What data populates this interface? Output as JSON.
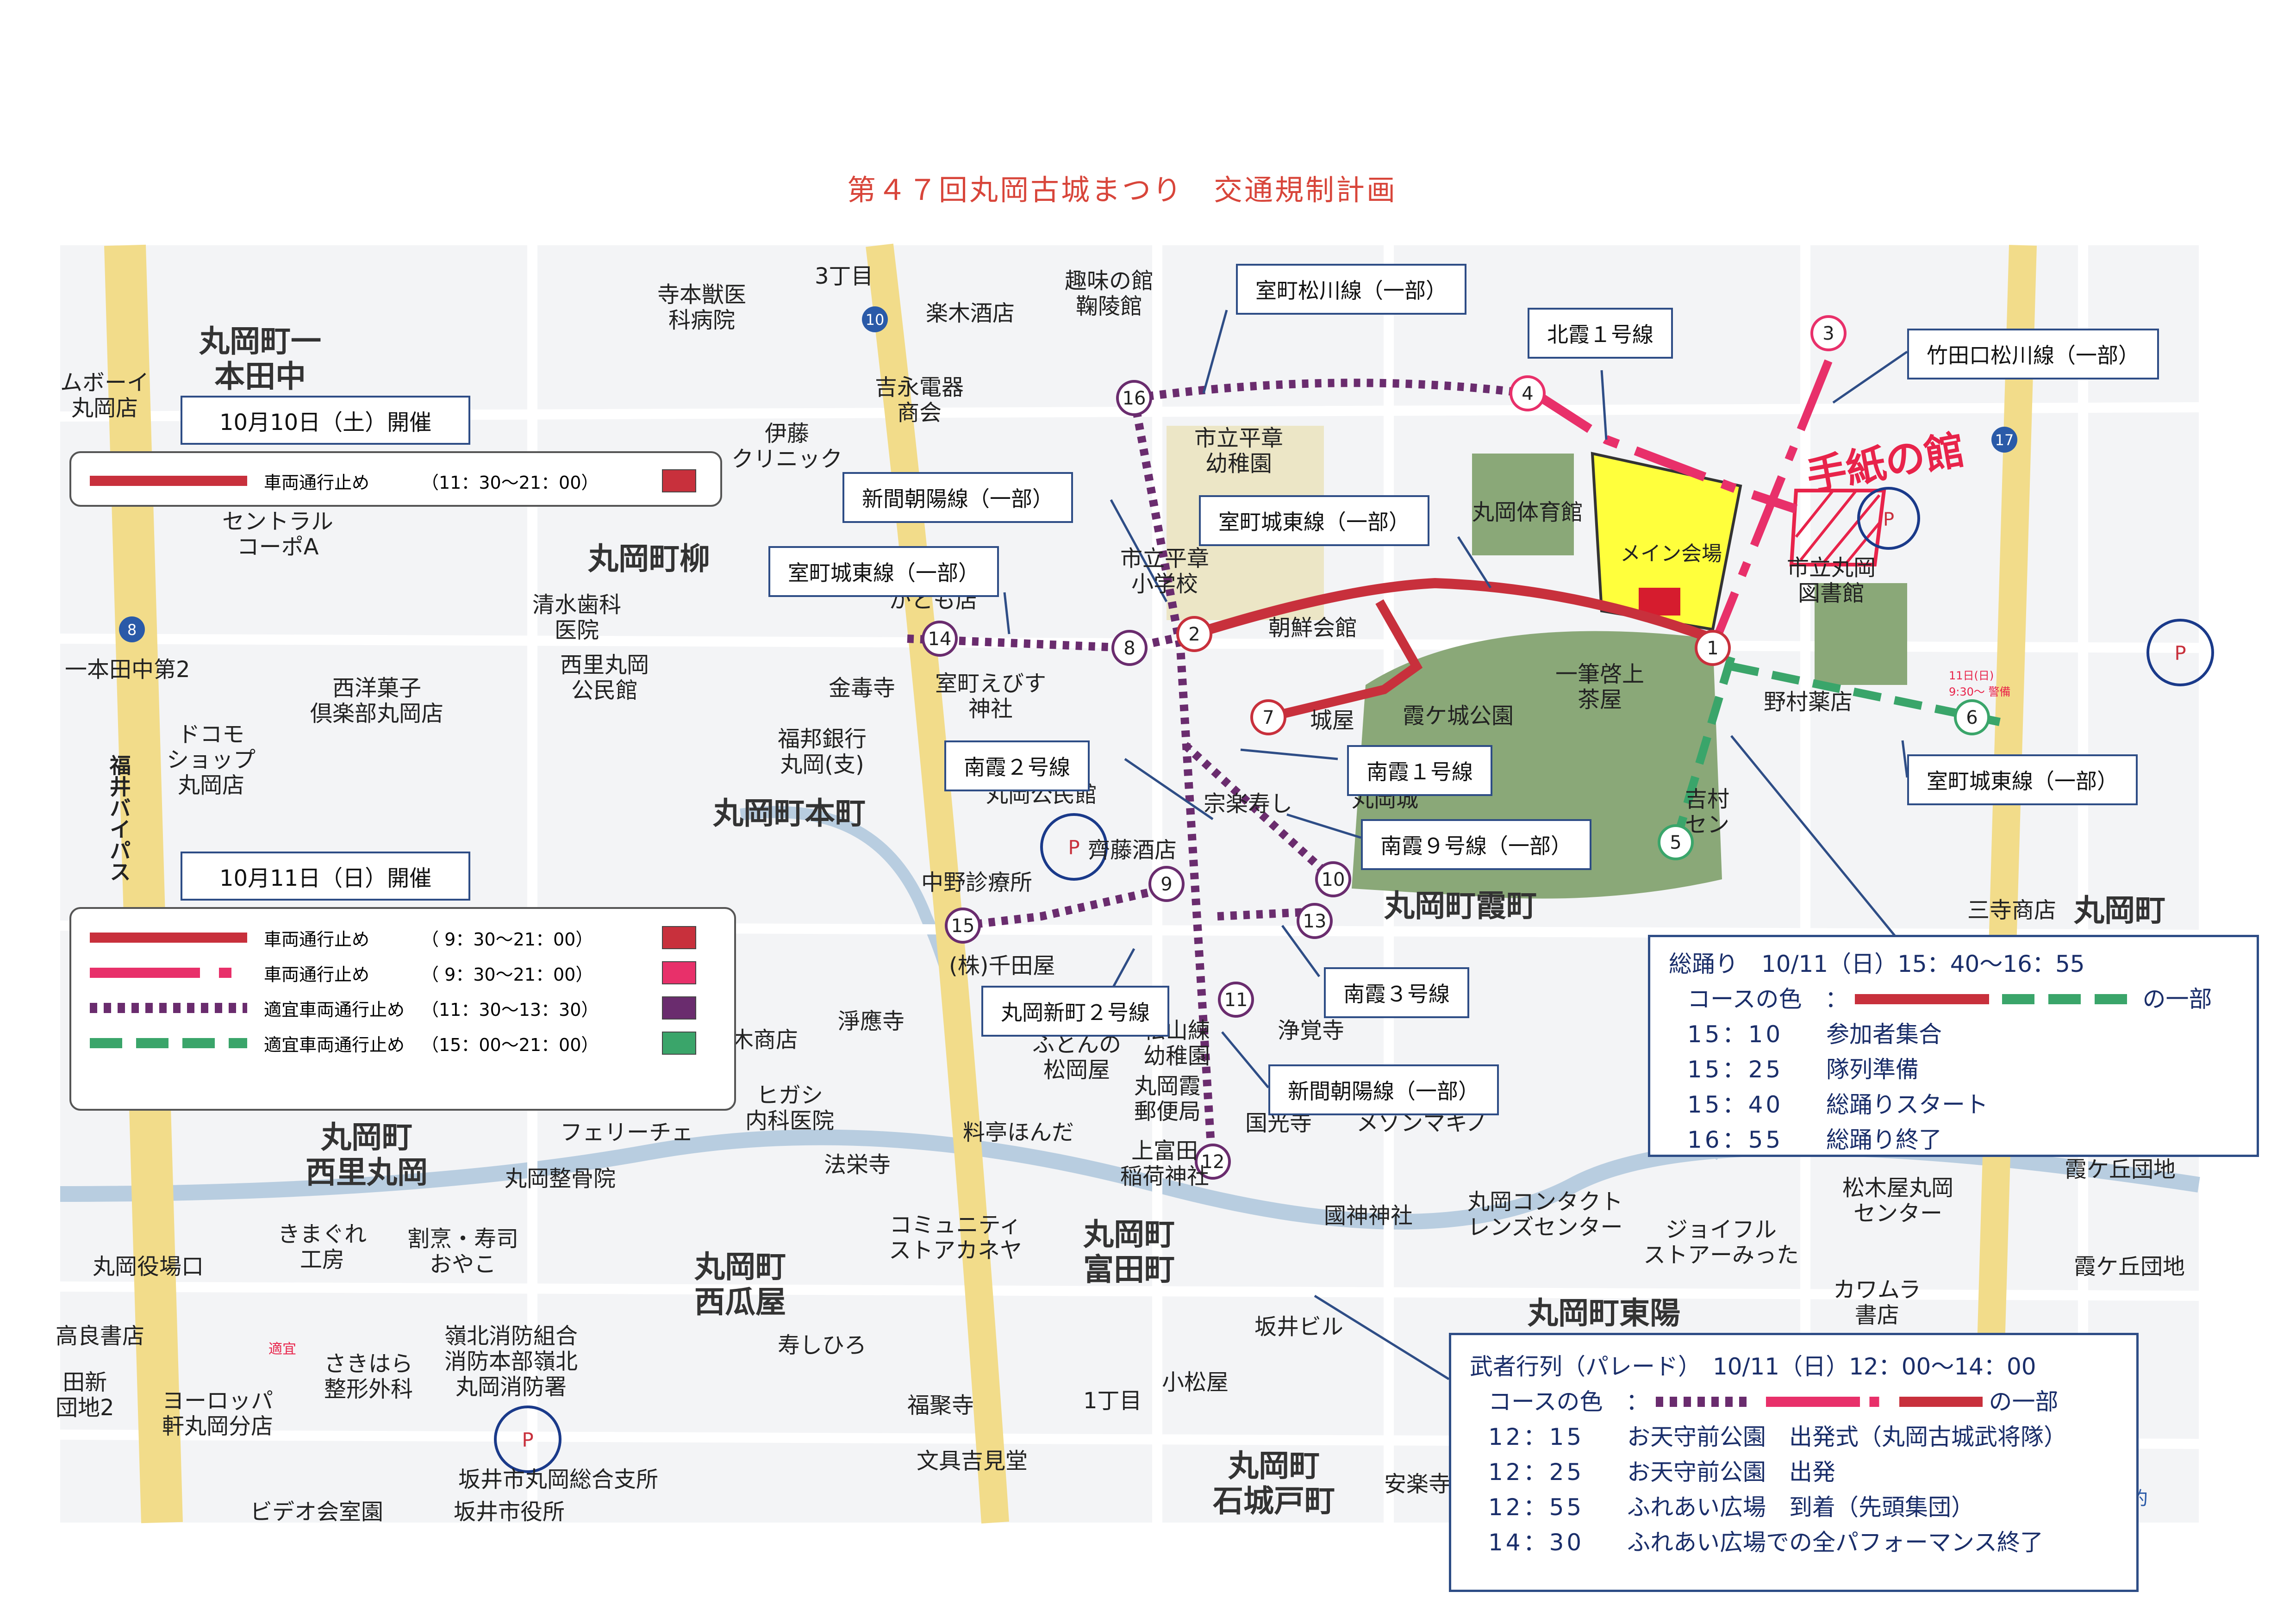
{
  "title": "第４７回丸岡古城まつり　交通規制計画",
  "day1": {
    "date_label": "10月10日（土）開催",
    "legend": [
      {
        "label": "車両通行止め",
        "time": "（11：30～21：00）",
        "color": "#c8303c",
        "style": "solid"
      }
    ]
  },
  "day2": {
    "date_label": "10月11日（日）開催",
    "legend": [
      {
        "label": "車両通行止め",
        "time": "（  9：30～21：00）",
        "color": "#c8303c",
        "style": "solid"
      },
      {
        "label": "車両通行止め",
        "time": "（  9：30～21：00）",
        "color": "#e8306a",
        "style": "dashdot"
      },
      {
        "label": "適宜車両通行止め",
        "time": "（11：30～13：30）",
        "color": "#6a2c6e",
        "style": "dotted"
      },
      {
        "label": "適宜車両通行止め",
        "time": "（15：00～21：00）",
        "color": "#3aa56a",
        "style": "dashed"
      }
    ]
  },
  "route_labels": [
    "室町松川線（一部）",
    "北霞１号線",
    "竹田口松川線（一部）",
    "新間朝陽線（一部）",
    "室町城東線（一部）",
    "室町城東線（一部）",
    "南霞２号線",
    "南霞１号線",
    "南霞９号線（一部）",
    "室町城東線（一部）",
    "丸岡新町２号線",
    "南霞３号線",
    "新間朝陽線（一部）"
  ],
  "points": [
    "1",
    "2",
    "3",
    "4",
    "5",
    "6",
    "7",
    "8",
    "9",
    "10",
    "11",
    "12",
    "13",
    "14",
    "15",
    "16"
  ],
  "areas": [
    "丸岡町一\n本田中",
    "丸岡町柳",
    "丸岡町本町",
    "丸岡町霞町",
    "丸岡町",
    "丸岡町\n西里丸岡",
    "丸岡町\n西瓜屋",
    "丸岡町\n富田町",
    "丸岡町東陽",
    "丸岡町\n石城戸町"
  ],
  "pois": [
    "寺本獣医\n科病院",
    "楽木酒店",
    "趣味の館\n鞠陵館",
    "吉永電器\n商会",
    "伊藤\nクリニック",
    "セントラル\nコーポA",
    "ムボーイ\n丸岡店",
    "市立平章\n幼稚園",
    "丸岡体育館",
    "市立平章\n小学校",
    "かとも店",
    "清水歯科\n医院",
    "西里丸岡\n公民館",
    "朝鮮会館",
    "市立丸岡\n図書館",
    "一本田中第2",
    "西洋菓子\n倶楽部丸岡店",
    "ドコモ\nショップ\n丸岡店",
    "金毒寺",
    "室町えびす\n神社",
    "福邦銀行\n丸岡(支)",
    "城屋",
    "霞ケ城公園",
    "一筆啓上\n茶屋",
    "野村薬店",
    "丸岡城",
    "丸岡公民館",
    "齊藤酒店",
    "中野診療所",
    "吉村\nセン",
    "三寺商店",
    "(株)千田屋",
    "淨應寺",
    "木商店",
    "ふとんの\n松岡屋",
    "松山練\n幼稚園",
    "浄覚寺",
    "丸岡霞\n郵便局",
    "ヒガシ\n内科医院",
    "フェリーチェ",
    "料亭ほんだ",
    "法栄寺",
    "丸岡整骨院",
    "上富田\n稲荷神社",
    "国光寺",
    "メゾンマキノ",
    "松木屋丸岡\nセンター",
    "霞ケ丘団地",
    "コミュニティ\nストアカネヤ",
    "國神神社",
    "丸岡コンタクト\nレンズセンター",
    "ジョイフル\nストアーみった",
    "きまぐれ\n工房",
    "割烹・寿司\nおやこ",
    "丸岡役場口",
    "カワムラ\n書店",
    "霞ケ丘団地",
    "寿しひろ",
    "坂井ビル",
    "高良書店",
    "嶺北消防組合\n消防本部嶺北\n丸岡消防署",
    "さきはら\n整形外科",
    "田新\n団地2",
    "ヨーロッパ\n軒丸岡分店",
    "福聚寺",
    "小松屋",
    "文具吉見堂",
    "坂井市丸岡総合支所",
    "坂井市役所",
    "安楽寺",
    "ビデオ会室園",
    "3丁目",
    "1丁目",
    "福井バイパス",
    "宗楽寿し"
  ],
  "venue": "メイン会場",
  "handwritten": "手紙の館",
  "handwritten_note": "11日(日)\n9:30～ 警備",
  "tekigi_note": "適宜",
  "parking_label": "P",
  "route_shields": [
    "10",
    "8",
    "17"
  ],
  "souodori": {
    "heading": "総踊り　10/11（日）15：40～16：55",
    "course_label": "コースの色　：",
    "course_suffix": "の一部",
    "schedule": [
      {
        "time": "15：10",
        "desc": "参加者集合"
      },
      {
        "time": "15：25",
        "desc": "隊列準備"
      },
      {
        "time": "15：40",
        "desc": "総踊りスタート"
      },
      {
        "time": "16：55",
        "desc": "総踊り終了"
      }
    ]
  },
  "parade": {
    "heading": "武者行列（パレード）　10/11（日）12：00～14：00",
    "course_label": "コースの色　：",
    "course_suffix": "の一部",
    "schedule": [
      {
        "time": "12：15",
        "desc": "お天守前公園　出発式（丸岡古城武将隊）"
      },
      {
        "time": "12：25",
        "desc": "お天守前公園　出発"
      },
      {
        "time": "12：55",
        "desc": "ふれあい広場　到着（先頭集団）"
      },
      {
        "time": "14：30",
        "desc": "ふれあい広場での全パフォーマンス終了"
      }
    ]
  },
  "map_corner_text": "用規約",
  "colors": {
    "solid_red": "#c8303c",
    "pink": "#e8306a",
    "purple": "#6a2c6e",
    "green": "#3aa56a",
    "road_yellow": "#f2dc8a",
    "park_green": "#8aa878",
    "venue_yellow": "#ffff3c",
    "water_blue": "#b8cde0",
    "frame_blue": "#2e4d86"
  }
}
